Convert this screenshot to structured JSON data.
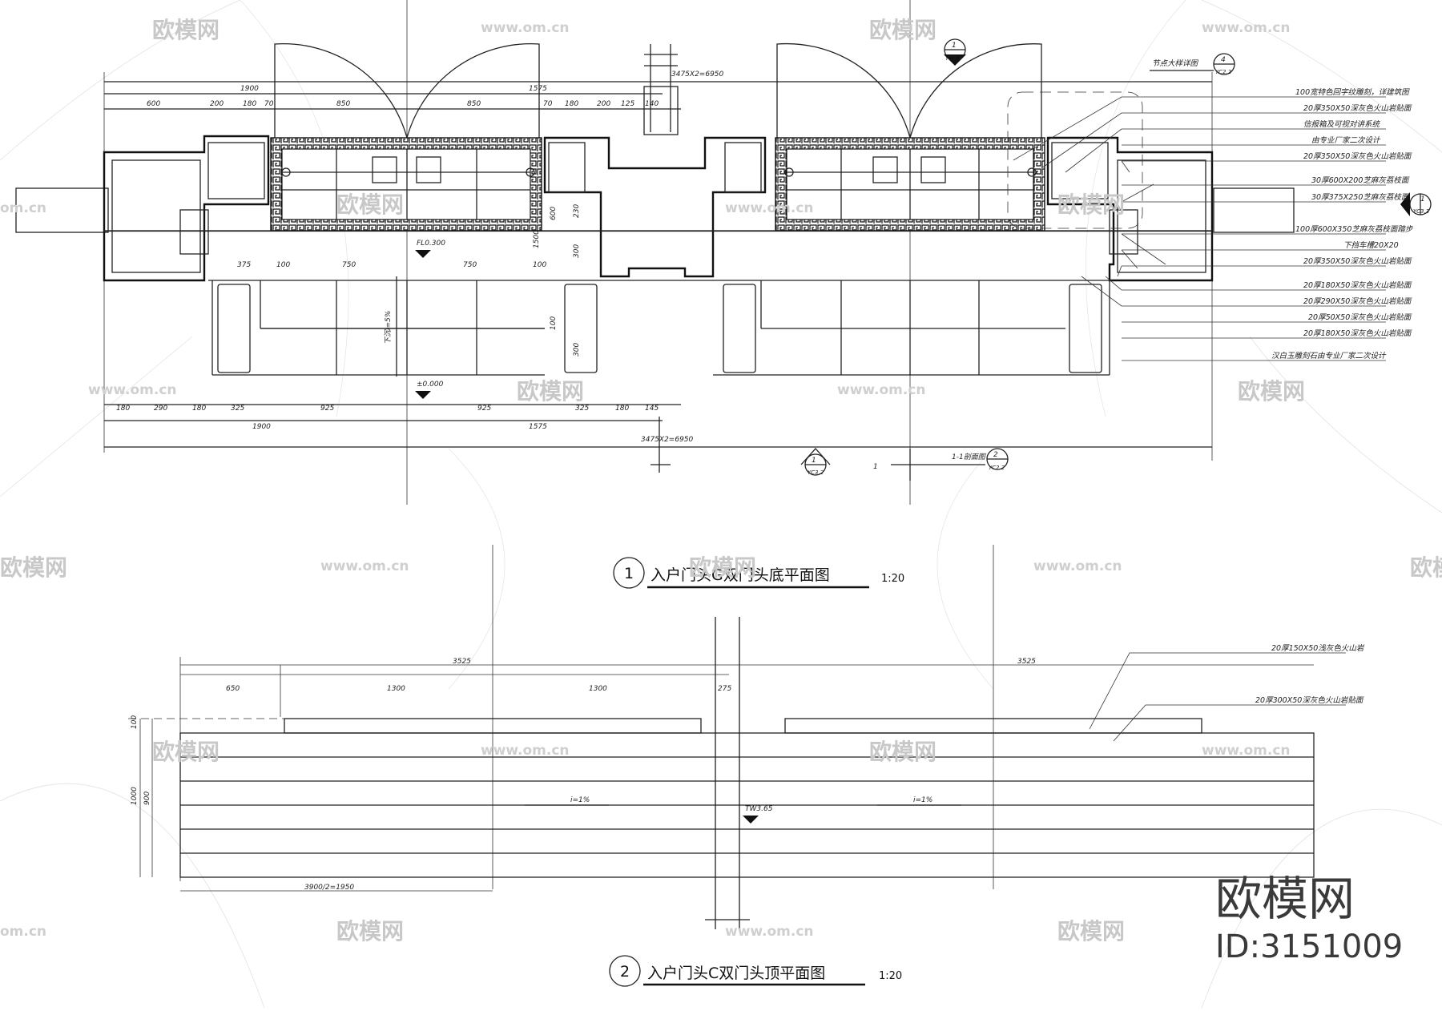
{
  "drawing_1": {
    "number": "1",
    "title": "入户门头G双门头底平面图",
    "scale": "1:20",
    "top_dims_total": "3475X2=6950",
    "top_dims_half": [
      "1900",
      "1575"
    ],
    "top_dims_detail": [
      "600",
      "200",
      "180",
      "70",
      "850",
      "850",
      "70",
      "180",
      "200",
      "125",
      "140"
    ],
    "bottom_dims_detail": [
      "180",
      "290",
      "180",
      "325",
      "925",
      "925",
      "325",
      "180",
      "145"
    ],
    "bottom_dims_half": [
      "1900",
      "1575"
    ],
    "bottom_total": "3475X2=6950",
    "upper_row_dims": [
      "375",
      "100",
      "750",
      "750",
      "100"
    ],
    "side_dims": [
      "600",
      "230",
      "300",
      "1500",
      "100",
      "300"
    ],
    "level_upper": "FL0.300",
    "level_lower": "±0.000",
    "slope_label": "下沉i=5%",
    "ref_left": "1",
    "ref_left_sheet": "YC3.2",
    "ref_right": "2",
    "ref_right_sheet": "YC2.2",
    "ref_mid_label": "1-1剖面图",
    "ref_mid_number": "1",
    "ref_top": "1",
    "ref_top_sheet": "YC3.3",
    "ref_right_side": "1",
    "ref_right_side_sheet": "YC3.3",
    "node_label": "节点大样详图",
    "node_ref": "4",
    "node_sheet": "YC2.2",
    "annotations": [
      "100宽特色回字纹雕刻，详建筑图",
      "20厚350X50深灰色火山岩贴面",
      "信报箱及可视对讲系统",
      "由专业厂家二次设计",
      "20厚350X50深灰色火山岩贴面",
      "30厚600X200芝麻灰荔枝面",
      "30厚375X250芝麻灰荔枝面",
      "100厚600X350芝麻灰荔枝面踏步",
      "下挡车槽20X20",
      "20厚350X50深灰色火山岩贴面",
      "20厚180X50深灰色火山岩贴面",
      "20厚290X50深灰色火山岩贴面",
      "20厚50X50深灰色火山岩贴面",
      "20厚180X50深灰色火山岩贴面",
      "汉白玉雕刻石由专业厂家二次设计"
    ]
  },
  "drawing_2": {
    "number": "2",
    "title": "入户门头C双门头顶平面图",
    "scale": "1:20",
    "dims_total": [
      "3525",
      "3525"
    ],
    "dims_detail": [
      "650",
      "1300",
      "1300",
      "275"
    ],
    "side_dims": [
      "100",
      "900",
      "1000"
    ],
    "bottom_dim": "3900/2=1950",
    "level": "TW3.65",
    "slope_labels": [
      "i=1%",
      "i=1%"
    ],
    "annotations": [
      "20厚150X50浅灰色火山岩",
      "20厚300X50深灰色火山岩贴面"
    ]
  },
  "watermark": {
    "brand": "欧模网",
    "url": "www.om.cn",
    "url_short": "om.cn",
    "id": "ID:3151009"
  }
}
